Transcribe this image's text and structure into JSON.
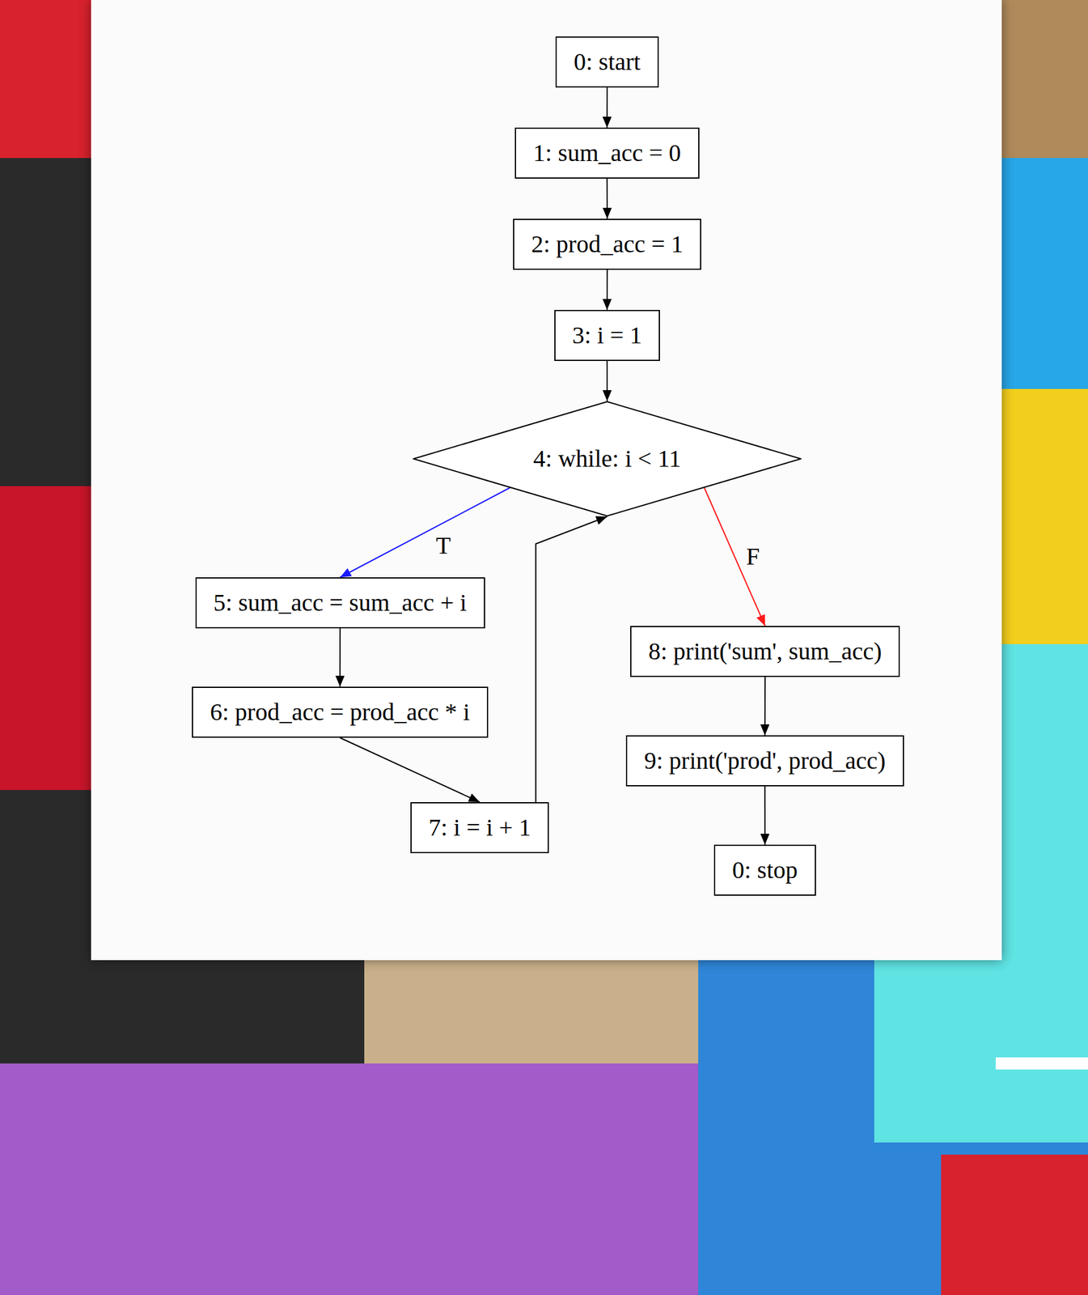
{
  "diagram": {
    "nodes": [
      {
        "text": [
          "0: start"
        ]
      },
      {
        "text": [
          "1: sum_acc = 0"
        ]
      },
      {
        "text": [
          "2: prod_acc = 1"
        ]
      },
      {
        "text": [
          "3: i = 1"
        ]
      },
      {
        "text": [
          "4: while: i < 11"
        ]
      },
      {
        "text": [
          "5: sum_acc = sum_acc + i"
        ]
      },
      {
        "text": [
          "6: prod_acc = prod_acc * i"
        ]
      },
      {
        "text": [
          "7: i = i + 1"
        ]
      },
      {
        "text": [
          "8: print('sum', sum_acc)"
        ]
      },
      {
        "text": [
          "9: print('prod', prod_acc)"
        ]
      },
      {
        "text": [
          "0: stop"
        ]
      }
    ],
    "edges": [
      {
        "from": 0,
        "to": 1,
        "arrow": "to"
      },
      {
        "from": 1,
        "to": 2,
        "arrow": "to"
      },
      {
        "from": 2,
        "to": 3,
        "arrow": "to"
      },
      {
        "from": 3,
        "to": 4,
        "arrow": "to"
      },
      {
        "from": 4,
        "to": 5,
        "label": "T",
        "arrow": "to"
      },
      {
        "from": 5,
        "to": 6,
        "arrow": "to"
      },
      {
        "from": 6,
        "to": 7,
        "arrow": "to"
      },
      {
        "from": 7,
        "to": 4,
        "arrow": "to"
      },
      {
        "from": 4,
        "to": 8,
        "label": "F",
        "arrow": "to"
      },
      {
        "from": 8,
        "to": 9,
        "arrow": "to"
      },
      {
        "from": 9,
        "to": 10,
        "arrow": "to"
      }
    ]
  }
}
